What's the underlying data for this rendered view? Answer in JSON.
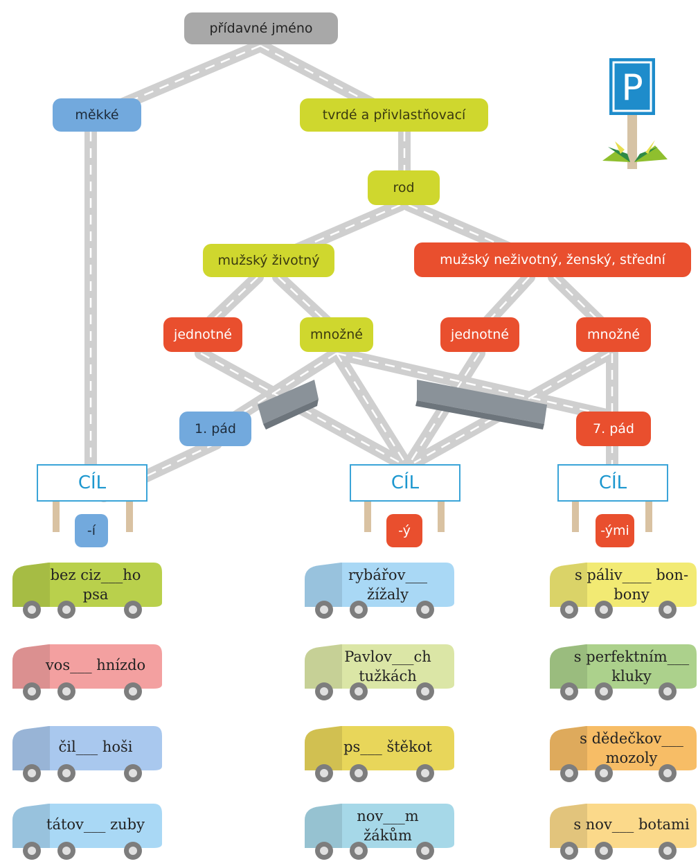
{
  "title": "přídavné jméno",
  "branches": {
    "soft": "měkké",
    "hard": "tvrdé a přivlastňovací",
    "gender": "rod",
    "masc_animate": "mužský životný",
    "other_genders": "mužský neživotný, ženský, střední",
    "singular_left": "jednotné",
    "plural_left": "množné",
    "singular_right": "jednotné",
    "plural_right": "množné",
    "case_1": "1. pád",
    "case_7": "7. pád"
  },
  "goals": {
    "label": "CÍL",
    "ending_i": "-í",
    "ending_y": "-ý",
    "ending_ymi": "-ými"
  },
  "parking_sign": "P",
  "vans": {
    "left": [
      {
        "text": "bez ciz___ho\npsa",
        "color": "#b9d04c"
      },
      {
        "text": "vos___ hnízdo",
        "color": "#f3a0a0"
      },
      {
        "text": "čil___ hoši",
        "color": "#a9c8ee"
      },
      {
        "text": "tátov___ zuby",
        "color": "#a9d8f5"
      }
    ],
    "middle": [
      {
        "text": "rybářov___\nžížaly",
        "color": "#a9d8f5"
      },
      {
        "text": "Pavlov___ch\ntužkách",
        "color": "#dbe6a6"
      },
      {
        "text": "ps___ štěkot",
        "color": "#e8d65a"
      },
      {
        "text": "nov___m\nžákům",
        "color": "#a6d8e8"
      }
    ],
    "right": [
      {
        "text": "s páliv____ bon-\nbony",
        "color": "#f2ea73"
      },
      {
        "text": "s perfektním___\nkluky",
        "color": "#acd18c"
      },
      {
        "text": "s dědečkov___\nmozoly",
        "color": "#f7bd66"
      },
      {
        "text": "s nov___ botami",
        "color": "#fbd98a"
      }
    ]
  }
}
